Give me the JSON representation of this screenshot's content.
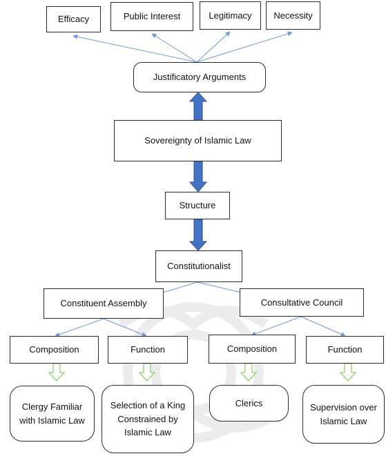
{
  "diagram": {
    "top_nodes": [
      "Efficacy",
      "Public Interest",
      "Legitimacy",
      "Necessity"
    ],
    "justificatory": "Justificatory Arguments",
    "sovereignty": "Sovereignty of Islamic Law",
    "structure": "Structure",
    "constitutionalist": "Constitutionalist",
    "constituent_assembly": "Constituent Assembly",
    "consultative_council": "Consultative Council",
    "ca_composition": "Composition",
    "ca_function": "Function",
    "cc_composition": "Composition",
    "cc_function": "Function",
    "ca_composition_detail": "Clergy Familiar with Islamic Law",
    "ca_function_detail": "Selection of a King Constrained by Islamic Law",
    "cc_composition_detail": "Clerics",
    "cc_function_detail": "Supervision over Islamic Law"
  },
  "colors": {
    "thin_arrow": "#6f98d6",
    "block_arrow_fill": "#4472c4",
    "block_arrow_stroke": "#2f528f",
    "hollow_arrow": "#8fd16f",
    "box_border": "#2b2b2b",
    "watermark": "#ededed"
  }
}
